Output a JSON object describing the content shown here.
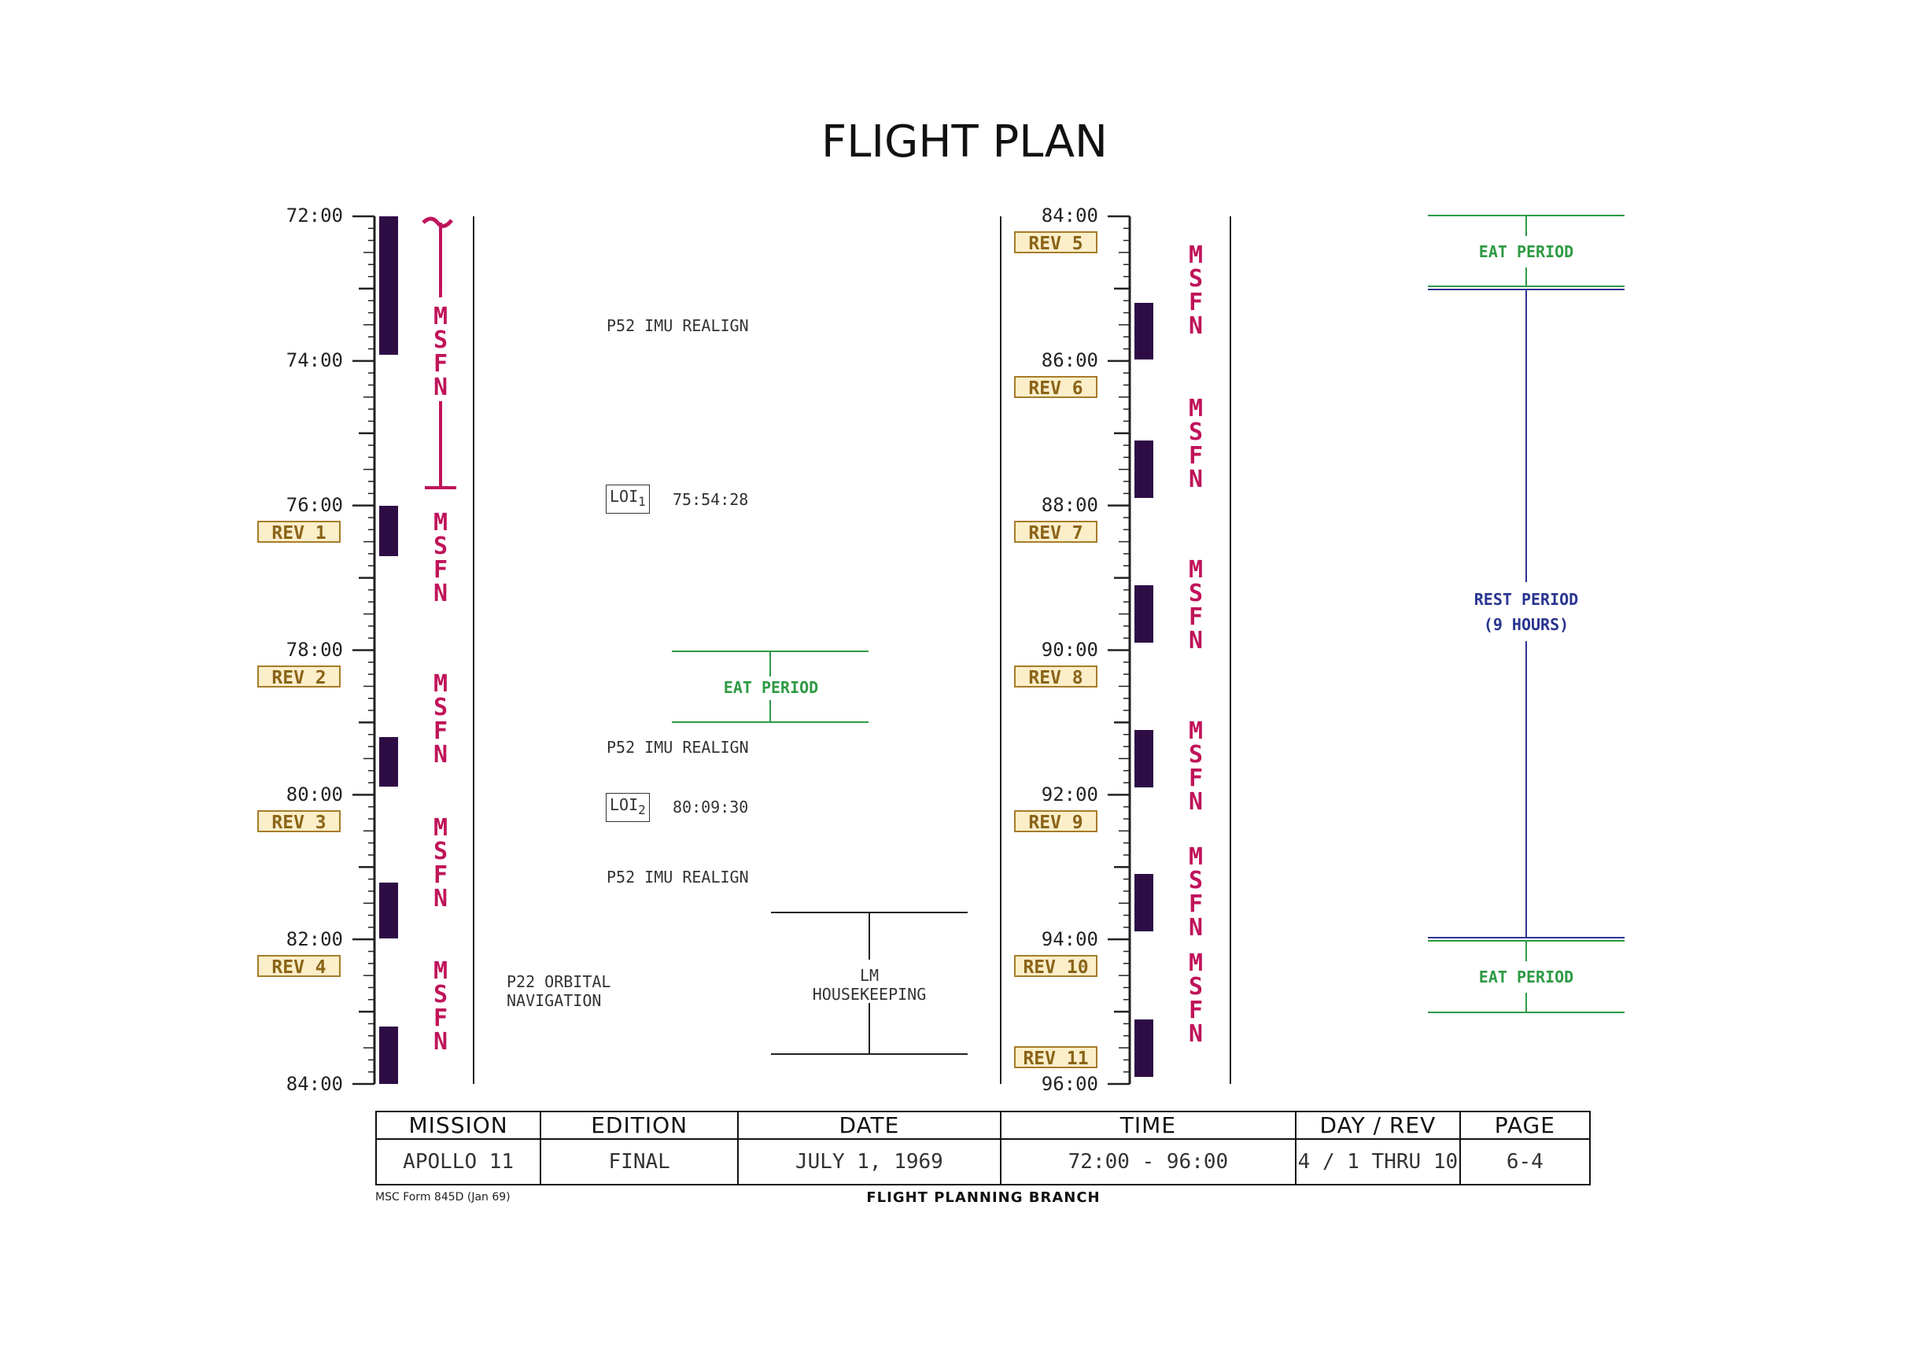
{
  "title": "FLIGHT PLAN",
  "left_time_labels": [
    "72:00",
    "74:00",
    "76:00",
    "78:00",
    "80:00",
    "82:00",
    "84:00"
  ],
  "right_time_labels": [
    "84:00",
    "86:00",
    "88:00",
    "90:00",
    "92:00",
    "94:00",
    "96:00"
  ],
  "left_revs": [
    "REV 1",
    "REV 2",
    "REV 3",
    "REV 4"
  ],
  "right_revs": [
    "REV 5",
    "REV 6",
    "REV 7",
    "REV 8",
    "REV 9",
    "REV 10",
    "REV 11"
  ],
  "msfn_label": "MSFN",
  "activities": {
    "p52_1": "P52 IMU REALIGN",
    "loi1_label": "LOI",
    "loi1_sub": "1",
    "loi1_time": "75:54:28",
    "p52_2": "P52 IMU REALIGN",
    "loi2_label": "LOI",
    "loi2_sub": "2",
    "loi2_time": "80:09:30",
    "p52_3": "P52 IMU REALIGN",
    "p22_line1": "P22 ORBITAL",
    "p22_line2": "NAVIGATION",
    "lm_line1": "LM",
    "lm_line2": "HOUSEKEEPING"
  },
  "periods": {
    "eat_left": "EAT PERIOD",
    "eat_right_top": "EAT PERIOD",
    "rest_line1": "REST PERIOD",
    "rest_line2": "(9 HOURS)",
    "eat_right_bottom": "EAT PERIOD"
  },
  "colors": {
    "dark_bar": "#2e0d45",
    "msfn": "#c0145a",
    "eat": "#2e9a44",
    "rest": "#2a3590",
    "rev_fill": "#fbeec9",
    "rev_border": "#a67c2a"
  },
  "footer": {
    "headers": [
      "MISSION",
      "EDITION",
      "DATE",
      "TIME",
      "DAY / REV",
      "PAGE"
    ],
    "values": [
      "APOLLO 11",
      "FINAL",
      "JULY 1, 1969",
      "72:00 - 96:00",
      "4 / 1 THRU 10",
      "6-4"
    ],
    "form": "MSC Form 845D (Jan 69)",
    "branch": "FLIGHT PLANNING BRANCH"
  }
}
